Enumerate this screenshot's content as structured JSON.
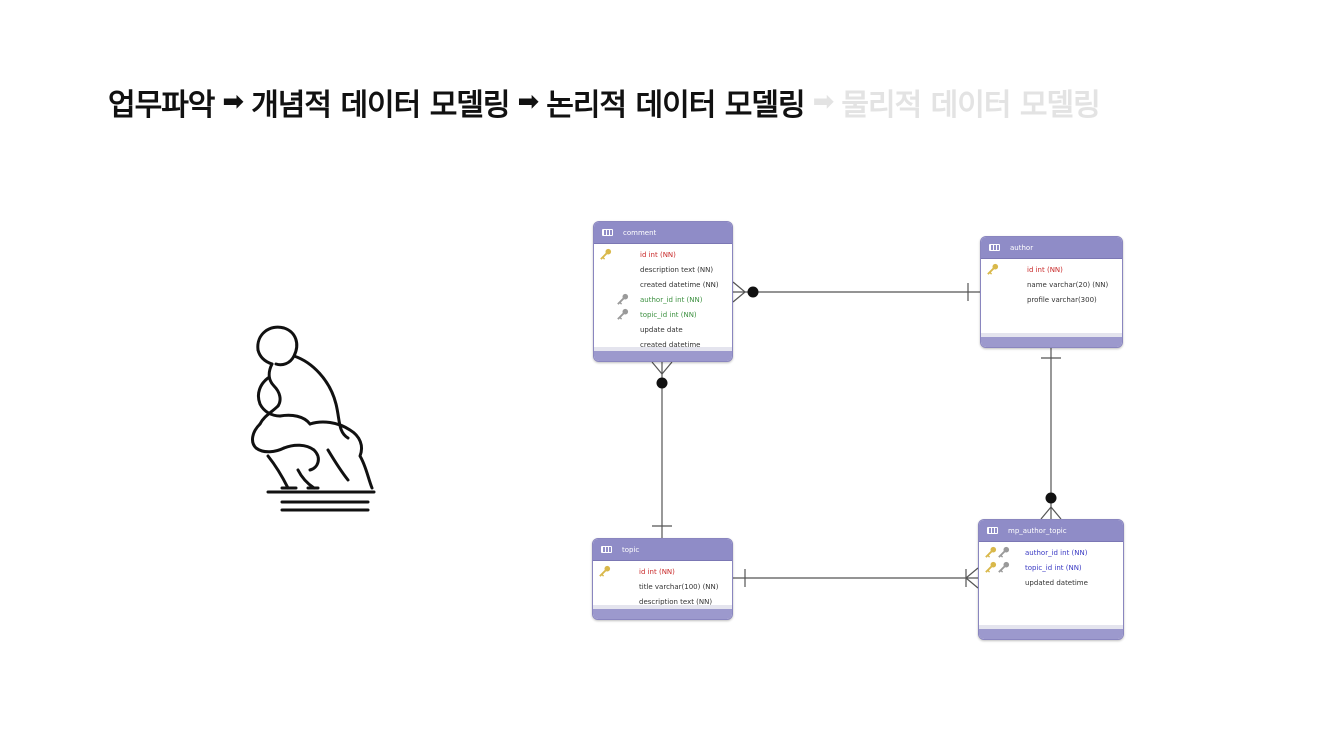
{
  "heading": {
    "steps": [
      {
        "label": "업무파악",
        "faded": false
      },
      {
        "label": "개념적 데이터 모델링",
        "faded": false
      },
      {
        "label": "논리적 데이터 모델링",
        "faded": false
      },
      {
        "label": "물리적 데이터 모델링",
        "faded": true
      }
    ],
    "arrow": "➡"
  },
  "illustration": {
    "icon": "thinker-statue-icon"
  },
  "tables": {
    "comment": {
      "name": "comment",
      "columns": [
        {
          "text": "id int (NN)",
          "keys": [
            "primary-key"
          ]
        },
        {
          "text": "description text (NN)",
          "keys": []
        },
        {
          "text": "created datetime (NN)",
          "keys": []
        },
        {
          "text": "author_id int (NN)",
          "keys": [
            "foreign-key"
          ]
        },
        {
          "text": "topic_id int (NN)",
          "keys": [
            "foreign-key"
          ]
        },
        {
          "text": "update date",
          "keys": []
        },
        {
          "text": "created datetime",
          "keys": []
        }
      ]
    },
    "author": {
      "name": "author",
      "columns": [
        {
          "text": "id int (NN)",
          "keys": [
            "primary-key"
          ]
        },
        {
          "text": "name varchar(20) (NN)",
          "keys": []
        },
        {
          "text": "profile varchar(300)",
          "keys": []
        }
      ]
    },
    "topic": {
      "name": "topic",
      "columns": [
        {
          "text": "id int (NN)",
          "keys": [
            "primary-key"
          ]
        },
        {
          "text": "title varchar(100) (NN)",
          "keys": []
        },
        {
          "text": "description text (NN)",
          "keys": []
        }
      ]
    },
    "mp_author_topic": {
      "name": "mp_author_topic",
      "columns": [
        {
          "text": "author_id int (NN)",
          "keys": [
            "primary-key",
            "foreign-key"
          ]
        },
        {
          "text": "topic_id int (NN)",
          "keys": [
            "primary-key",
            "foreign-key"
          ]
        },
        {
          "text": "updated datetime",
          "keys": []
        }
      ]
    }
  },
  "relationships": [
    {
      "from": "comment",
      "to": "author",
      "from_end": "crow-foot-optional",
      "to_end": "one"
    },
    {
      "from": "comment",
      "to": "topic",
      "from_end": "crow-foot-optional",
      "to_end": "one"
    },
    {
      "from": "mp_author_topic",
      "to": "author",
      "from_end": "crow-foot-optional",
      "to_end": "one"
    },
    {
      "from": "mp_author_topic",
      "to": "topic",
      "from_end": "crow-foot",
      "to_end": "one"
    }
  ],
  "colors": {
    "header": "#8f8cc7",
    "border": "#8a86bf",
    "primary_key_text": "#c92a2a",
    "foreign_key_text": "#3d9141",
    "pk_fk_text": "#3b3bc4",
    "pk_icon": "#d9b84a",
    "fk_icon": "#9a9a9a",
    "faded_text": "#e3e3e3"
  }
}
